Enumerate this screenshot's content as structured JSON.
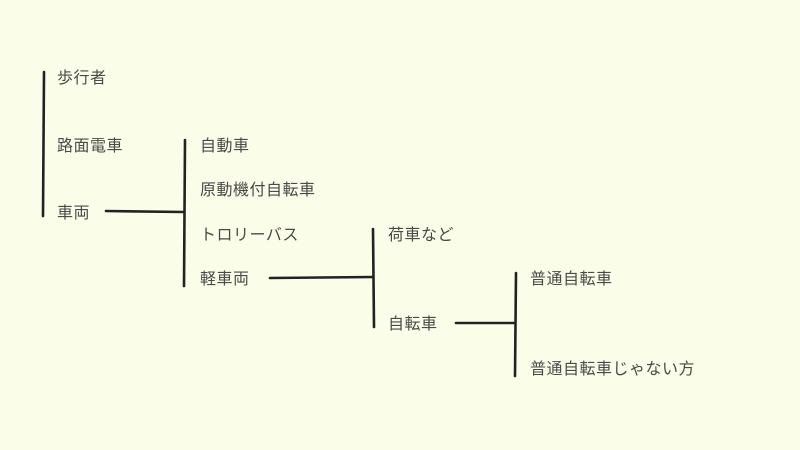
{
  "tree": {
    "root": {
      "items": [
        "歩行者",
        "路面電車",
        "車両"
      ]
    },
    "vehicle": {
      "items": [
        "自動車",
        "原動機付自転車",
        "トロリーバス",
        "軽車両"
      ]
    },
    "light_vehicle": {
      "items": [
        "荷車など",
        "自転車"
      ]
    },
    "bicycle": {
      "items": [
        "普通自転車",
        "普通自転車じゃない方"
      ]
    }
  },
  "colors": {
    "background": "#fafde8",
    "text": "#4a4a4a",
    "line": "#222222"
  }
}
